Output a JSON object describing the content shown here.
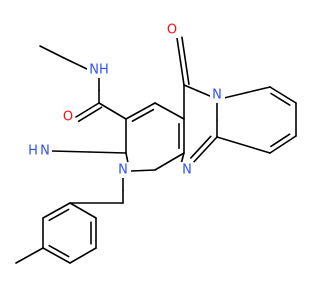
{
  "colors": {
    "background": "#ffffff",
    "carbon": "#000000",
    "nitrogen": "#3050f8",
    "oxygen": "#ff0d0d"
  },
  "labels": {
    "nh_amide": "NH",
    "o_amide": "O",
    "o_ketone": "O",
    "n_imine_h": "H",
    "n_imine": "N",
    "n_ring1": "N",
    "n_ring2": "N",
    "n_ring3": "N"
  }
}
